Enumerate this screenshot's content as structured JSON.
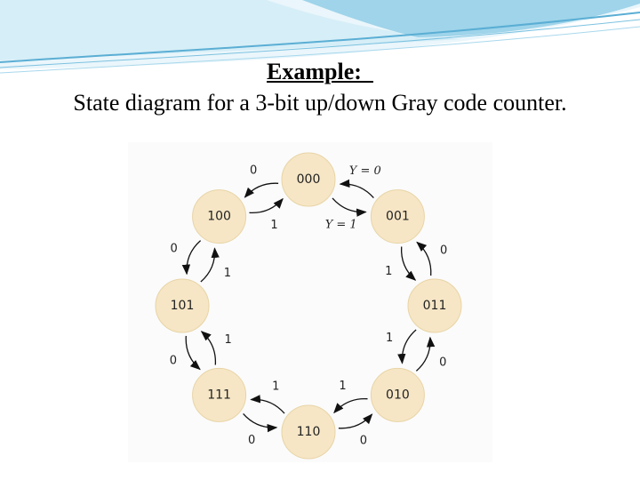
{
  "slide": {
    "title": "Example:  ",
    "subtitle": "State diagram for a 3-bit up/down Gray code counter."
  },
  "colors": {
    "header_wave_light": "#d6eef7",
    "header_wave_mid": "#9fd4ea",
    "header_wave_dark": "#5aaed4",
    "state_fill": "#f6e6c5",
    "edge_color": "#111111"
  },
  "diagram": {
    "states": [
      "000",
      "001",
      "011",
      "010",
      "110",
      "111",
      "101",
      "100"
    ],
    "edges": [
      {
        "from": "000",
        "to": "001",
        "label": "Y = 1"
      },
      {
        "from": "001",
        "to": "000",
        "label": "Y = 0"
      },
      {
        "from": "001",
        "to": "011",
        "label": "1"
      },
      {
        "from": "011",
        "to": "001",
        "label": "0"
      },
      {
        "from": "011",
        "to": "010",
        "label": "1"
      },
      {
        "from": "010",
        "to": "011",
        "label": "0"
      },
      {
        "from": "010",
        "to": "110",
        "label": "1"
      },
      {
        "from": "110",
        "to": "010",
        "label": "0"
      },
      {
        "from": "110",
        "to": "111",
        "label": "1"
      },
      {
        "from": "111",
        "to": "110",
        "label": "0"
      },
      {
        "from": "111",
        "to": "101",
        "label": "1"
      },
      {
        "from": "101",
        "to": "111",
        "label": "0"
      },
      {
        "from": "101",
        "to": "100",
        "label": "1"
      },
      {
        "from": "100",
        "to": "101",
        "label": "0"
      },
      {
        "from": "100",
        "to": "000",
        "label": "1"
      },
      {
        "from": "000",
        "to": "100",
        "label": "0"
      }
    ]
  }
}
